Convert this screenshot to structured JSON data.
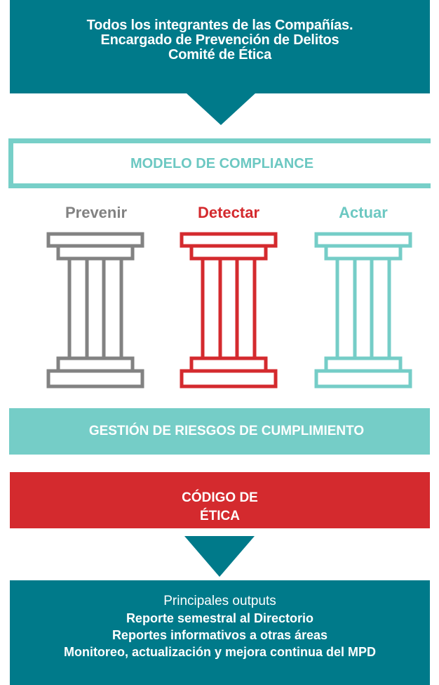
{
  "header": {
    "lines": [
      "Todos los integrantes de las Compañías.",
      "Encargado de Prevención de Delitos",
      "Comité de Ética"
    ]
  },
  "model": {
    "label": "MODELO DE COMPLIANCE"
  },
  "pillars": [
    {
      "label": "Prevenir",
      "color": "#828282"
    },
    {
      "label": "Detectar",
      "color": "#d42a2e"
    },
    {
      "label": "Actuar",
      "color": "#6cc8c2"
    }
  ],
  "gestion": {
    "label": "GESTIÓN DE RIESGOS DE CUMPLIMIENTO"
  },
  "codigo": {
    "line1": "CÓDIGO DE",
    "line2": "ÉTICA"
  },
  "outputs": {
    "title": "Principales outputs",
    "lines": [
      "Reporte semestral al Directorio",
      "Reportes informativos a otras áreas",
      "Monitoreo, actualización y mejora continua del MPD"
    ]
  },
  "colors": {
    "teal_dark": "#007a8a",
    "teal_light": "#75cdc7",
    "red": "#d42a2e",
    "gray": "#828282"
  }
}
